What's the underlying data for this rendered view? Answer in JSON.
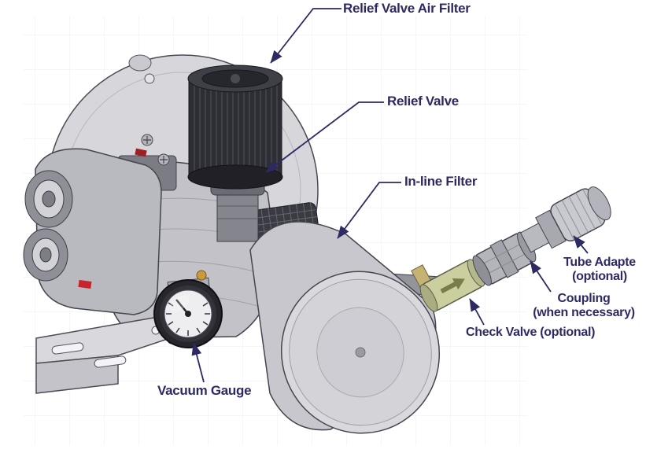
{
  "figure": {
    "type": "technical-diagram",
    "subject": "Vacuum pump assembly with labeled components"
  },
  "labels": {
    "relief_valve_air_filter": "Relief Valve Air Filter",
    "relief_valve": "Relief Valve",
    "inline_filter": "In-line Filter",
    "tube_adapter": {
      "line1": "Tube Adapte",
      "line2": "(optional)"
    },
    "coupling": {
      "line1": "Coupling",
      "line2": "(when necessary)"
    },
    "check_valve": "Check Valve (optional)",
    "vacuum_gauge": "Vacuum Gauge"
  },
  "colors": {
    "label_text": "#2d2a63",
    "callout_arrow": "#2d2a63",
    "background": "#ffffff",
    "accent_red": "#c7252b",
    "check_valve_body": "#cbcfa0",
    "metal_light": "#d7d7db",
    "metal_mid": "#b9b9c0",
    "filter_dark": "#2d2d34"
  }
}
